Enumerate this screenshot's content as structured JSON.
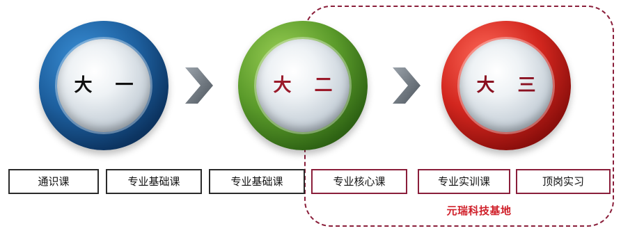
{
  "years": [
    {
      "label": "大 一"
    },
    {
      "label": "大 二"
    },
    {
      "label": "大 三"
    }
  ],
  "courses": [
    {
      "label": "通识课"
    },
    {
      "label": "专业基础课"
    },
    {
      "label": "专业基础课"
    },
    {
      "label": "专业核心课"
    },
    {
      "label": "专业实训课"
    },
    {
      "label": "顶岗实习"
    }
  ],
  "base": {
    "label": "元瑞科技基地"
  },
  "icons": {
    "arrow": "chevron-right-icon"
  },
  "colors": {
    "year1_ring": "#1d5f9e",
    "year2_ring": "#5a9a2a",
    "year3_ring": "#d2261e",
    "base_border": "#8a1e3a",
    "base_label": "#d0202a"
  }
}
